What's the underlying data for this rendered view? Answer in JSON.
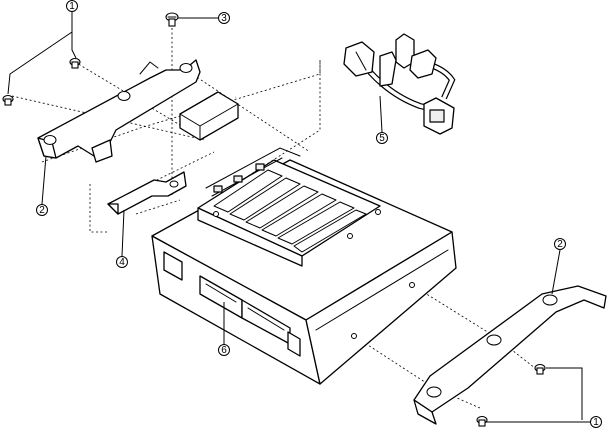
{
  "callouts": {
    "c1_top": "1",
    "c2_left": "2",
    "c3": "3",
    "c4": "4",
    "c5": "5",
    "c6": "6",
    "c2_right": "2",
    "c1_bottom": "1"
  }
}
